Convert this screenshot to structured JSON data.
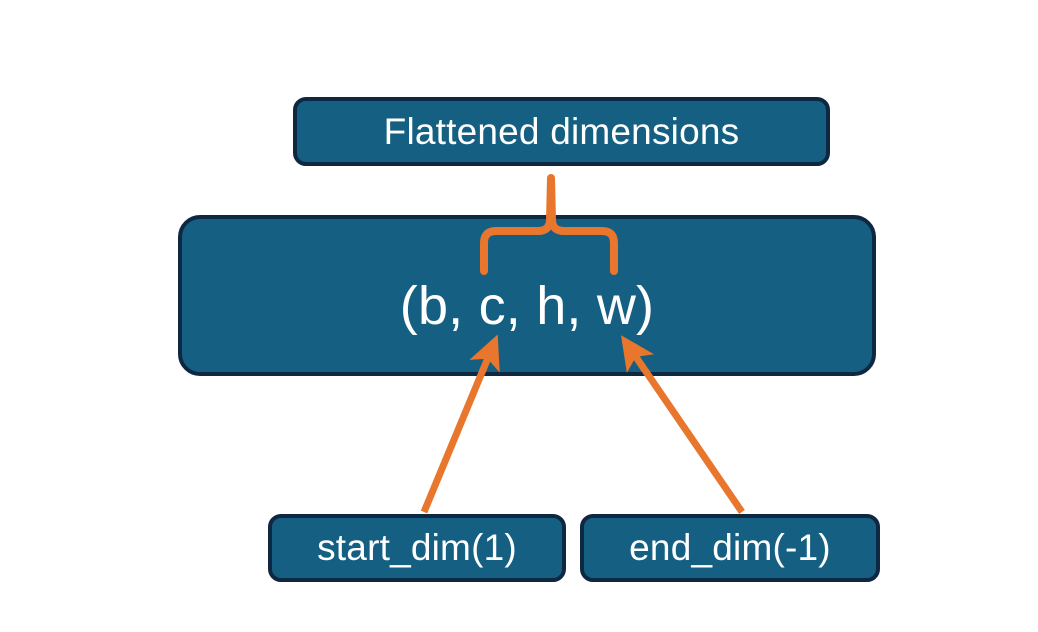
{
  "diagram": {
    "title": "Flatten operation dimensions diagram",
    "background_color": "#ffffff",
    "node_fill_color": "#156082",
    "node_border_color": "#0E2841",
    "node_text_color": "#ffffff",
    "accent_color": "#E8762C",
    "nodes": {
      "flattened": {
        "label": "Flattened dimensions",
        "role": "annotation-box-top"
      },
      "shape": {
        "label": "(b, c, h, w)",
        "role": "tensor-shape-box",
        "dims": [
          "b",
          "c",
          "h",
          "w"
        ]
      },
      "start_dim": {
        "label": "start_dim(1)",
        "role": "parameter-box-left"
      },
      "end_dim": {
        "label": "end_dim(-1)",
        "role": "parameter-box-right"
      }
    },
    "connectors": [
      {
        "name": "brace-flattened-to-shape",
        "type": "curly-brace",
        "from": "shape",
        "to": "flattened",
        "color": "#E8762C",
        "spans_dims": [
          "c",
          "h",
          "w"
        ]
      },
      {
        "name": "arrow-start-dim-to-shape",
        "type": "arrow",
        "from": "start_dim",
        "to": "shape",
        "color": "#E8762C",
        "points_at_dim": "c"
      },
      {
        "name": "arrow-end-dim-to-shape",
        "type": "arrow",
        "from": "end_dim",
        "to": "shape",
        "color": "#E8762C",
        "points_at_dim": "w"
      }
    ]
  }
}
